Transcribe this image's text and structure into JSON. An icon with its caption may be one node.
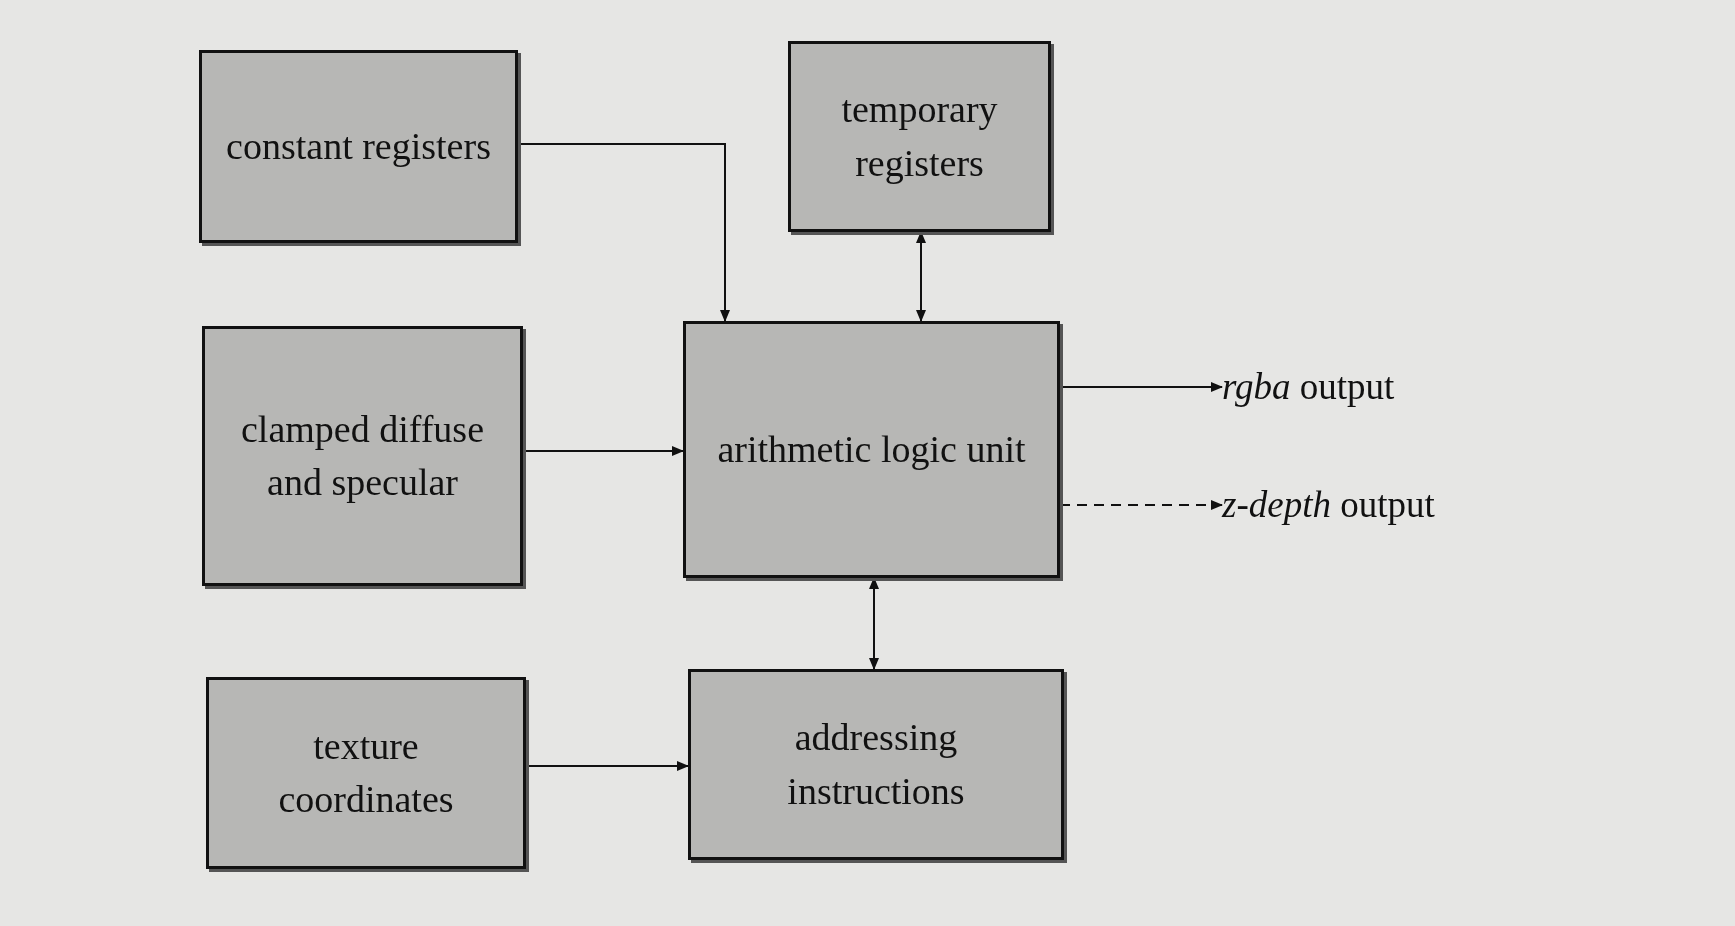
{
  "diagram": {
    "nodes": [
      {
        "text": [
          "constant registers"
        ]
      },
      {
        "text": [
          "temporary registers"
        ]
      },
      {
        "text": [
          "clamped diffuse and specular"
        ]
      },
      {
        "text": [
          "arithmetic logic unit"
        ]
      },
      {
        "text": [
          "texture coordinates"
        ]
      },
      {
        "text": [
          "addressing instructions"
        ]
      },
      {
        "text": [
          "*rgba* output"
        ]
      },
      {
        "text": [
          "*z-depth* output"
        ]
      }
    ],
    "edges": [
      {
        "from": 0,
        "to": 3,
        "arrow": "to"
      },
      {
        "from": 1,
        "to": 3,
        "arrow": "both"
      },
      {
        "from": 2,
        "to": 3,
        "arrow": "to"
      },
      {
        "from": 3,
        "to": 6,
        "arrow": "to"
      },
      {
        "from": 3,
        "to": 7,
        "arrow": "to",
        "style": "dashed"
      },
      {
        "from": 3,
        "to": 5,
        "arrow": "both"
      },
      {
        "from": 4,
        "to": 5,
        "arrow": "to"
      }
    ]
  }
}
